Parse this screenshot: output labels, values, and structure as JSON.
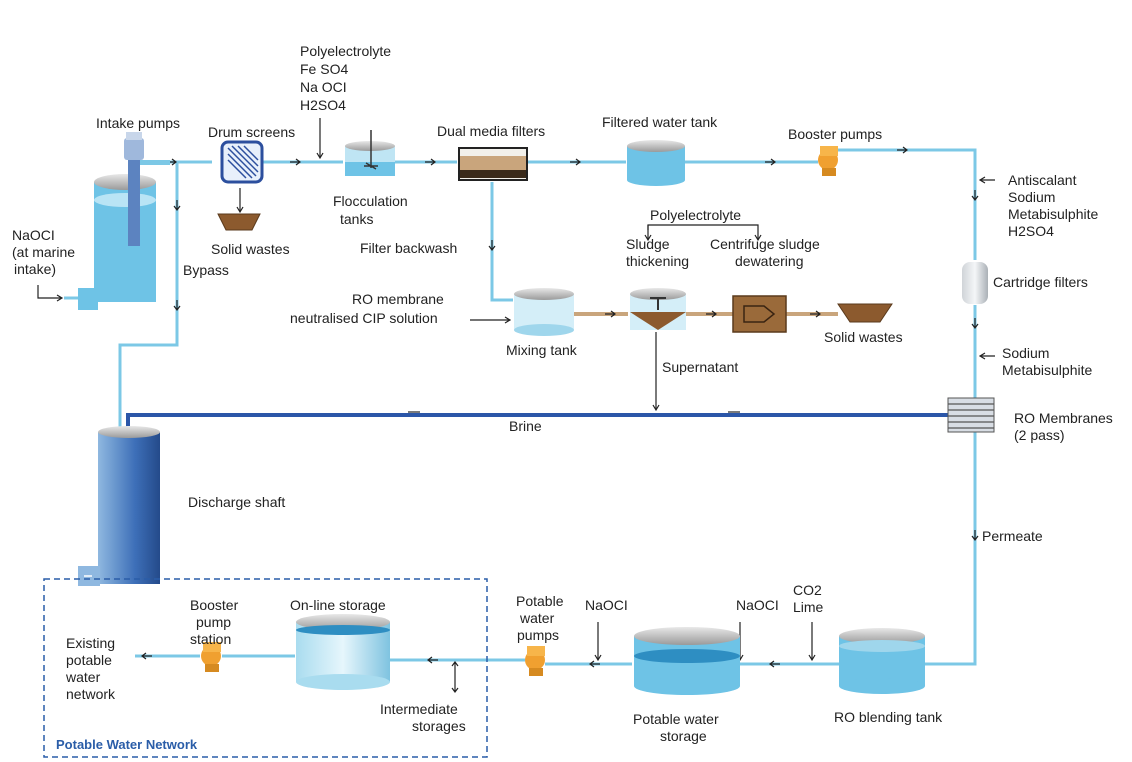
{
  "colors": {
    "water": "#7cc8e6",
    "brine": "#2b56a8",
    "sludge": "#c9a57c",
    "pump": "#f0a030",
    "network_border": "#2a5da8"
  },
  "labels": {
    "intake_pumps": "Intake pumps",
    "drum_screens": "Drum screens",
    "chem1_l1": "Polyelectrolyte",
    "chem1_l2": "Fe SO4",
    "chem1_l3": "Na OCI",
    "chem1_l4": "H2SO4",
    "flocculation_l1": "Flocculation",
    "flocculation_l2": "tanks",
    "dual_media_filters": "Dual media filters",
    "filtered_water_tank": "Filtered water tank",
    "booster_pumps": "Booster pumps",
    "antiscalant_l1": "Antiscalant",
    "antiscalant_l2": "Sodium",
    "antiscalant_l3": "Metabisulphite",
    "antiscalant_l4": "H2SO4",
    "naoci_intake_l1": "NaOCI",
    "naoci_intake_l2": "(at marine",
    "naoci_intake_l3": "intake)",
    "solid_wastes_1": "Solid wastes",
    "filter_backwash": "Filter backwash",
    "bypass": "Bypass",
    "polyelectrolyte_2": "Polyelectrolyte",
    "sludge_thickening_l1": "Sludge",
    "sludge_thickening_l2": "thickening",
    "centrifuge_l1": "Centrifuge sludge",
    "centrifuge_l2": "dewatering",
    "cartridge_filters": "Cartridge filters",
    "ro_cip_l1": "RO membrane",
    "ro_cip_l2": "neutralised CIP solution",
    "mixing_tank": "Mixing tank",
    "solid_wastes_2": "Solid wastes",
    "supernatant": "Supernatant",
    "sodium_meta_l1": "Sodium",
    "sodium_meta_l2": "Metabisulphite",
    "brine": "Brine",
    "ro_membranes_l1": "RO Membranes",
    "ro_membranes_l2": "(2 pass)",
    "discharge_shaft": "Discharge shaft",
    "permeate": "Permeate",
    "booster_station_l1": "Booster",
    "booster_station_l2": "pump",
    "booster_station_l3": "station",
    "online_storage": "On-line storage",
    "potable_pumps_l1": "Potable",
    "potable_pumps_l2": "water",
    "potable_pumps_l3": "pumps",
    "naoci_1": "NaOCI",
    "naoci_2": "NaOCI",
    "co2": "CO2",
    "lime": "Lime",
    "existing_l1": "Existing",
    "existing_l2": "potable",
    "existing_l3": "water",
    "existing_l4": "network",
    "intermediate_l1": "Intermediate",
    "intermediate_l2": "storages",
    "potable_storage_l1": "Potable water",
    "potable_storage_l2": "storage",
    "ro_blending_tank": "RO blending tank",
    "potable_water_network": "Potable Water Network"
  }
}
